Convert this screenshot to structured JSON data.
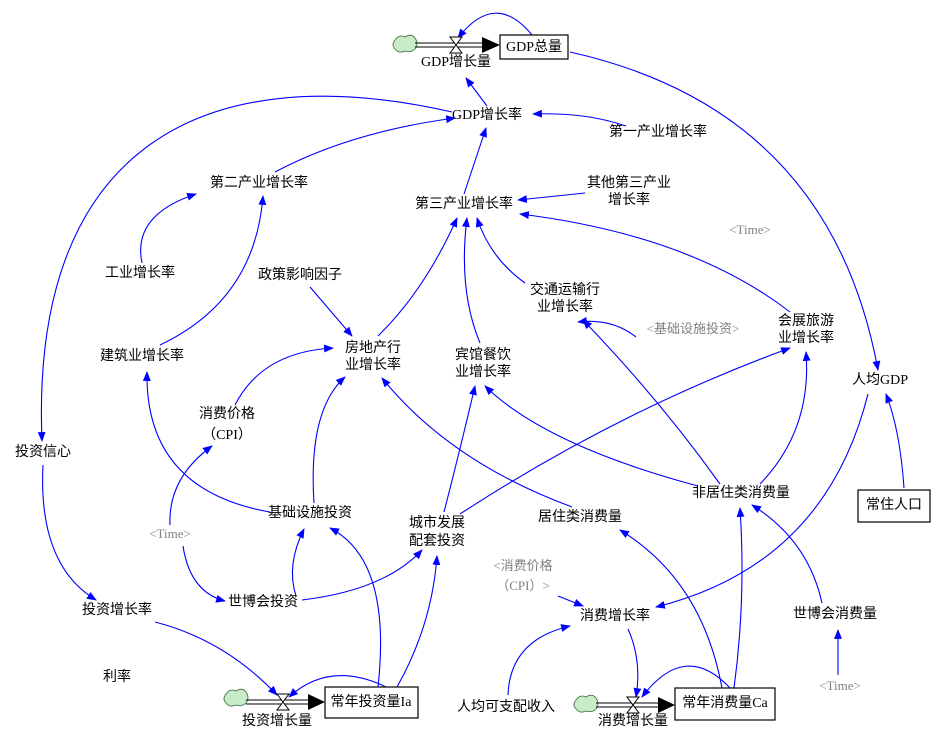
{
  "diagram": {
    "stocks": {
      "gdp_total": "GDP总量",
      "annual_investment": "常年投资量Ia",
      "annual_consumption": "常年消费量Ca",
      "resident_population": "常住人口"
    },
    "flows": {
      "gdp_increase": "GDP增长量",
      "investment_increase": "投资增长量",
      "consumption_increase": "消费增长量"
    },
    "variables": {
      "gdp_growth_rate": "GDP增长率",
      "primary_industry_growth": "第一产业增长率",
      "secondary_industry_growth": "第二产业增长率",
      "tertiary_industry_growth": "第三产业增长率",
      "other_tertiary_growth": [
        "其他第三产业",
        "增长率"
      ],
      "industry_growth": "工业增长率",
      "policy_factor": "政策影响因子",
      "transport_growth": [
        "交通运输行",
        "业增长率"
      ],
      "exhibition_tourism_growth": [
        "会展旅游",
        "业增长率"
      ],
      "real_estate_growth": [
        "房地产行",
        "业增长率"
      ],
      "hotel_catering_growth": [
        "宾馆餐饮",
        "业增长率"
      ],
      "construction_growth": "建筑业增长率",
      "per_capita_gdp": "人均GDP",
      "cpi": [
        "消费价格",
        "（CPI）"
      ],
      "investment_confidence": "投资信心",
      "non_residential_consumption": "非居住类消费量",
      "infrastructure_investment": "基础设施投资",
      "urban_supporting_investment": [
        "城市发展",
        "配套投资"
      ],
      "residential_consumption": "居住类消费量",
      "expo_investment": "世博会投资",
      "investment_growth_rate": "投资增长率",
      "consumption_growth_rate": "消费增长率",
      "expo_consumption": "世博会消费量",
      "interest_rate": "利率",
      "disposable_income": "人均可支配收入"
    },
    "shadow_variables": {
      "time_1": "<Time>",
      "time_2": "<Time>",
      "time_3": "<Time>",
      "infrastructure_investment": "<基础设施投资>",
      "cpi": [
        "<消费价格",
        "（CPI）>"
      ]
    },
    "colors": {
      "link": "#0000ff",
      "shadow_text": "#808080",
      "cloud": "#c8ecc8"
    }
  }
}
